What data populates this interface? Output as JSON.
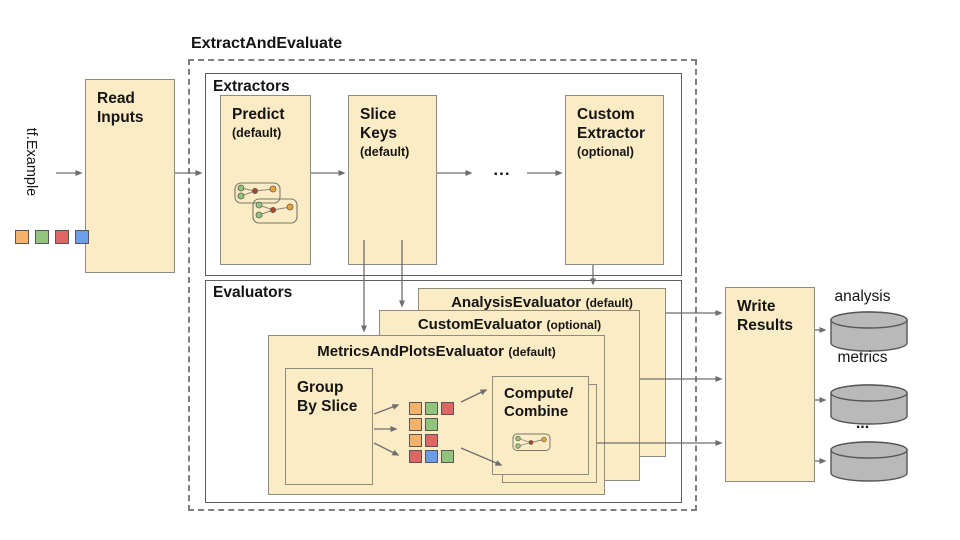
{
  "diagram_title": "ExtractAndEvaluate",
  "input": {
    "label": "tf.Example",
    "squares": [
      "orange",
      "green",
      "red",
      "blue"
    ]
  },
  "read_inputs": {
    "line1": "Read",
    "line2": "Inputs"
  },
  "extractors": {
    "label": "Extractors",
    "predict": {
      "line1": "Predict",
      "subtitle": "(default)"
    },
    "slice_keys": {
      "line1": "Slice",
      "line2": "Keys",
      "subtitle": "(default)"
    },
    "ellipsis": "...",
    "custom_extractor": {
      "line1": "Custom",
      "line2": "Extractor",
      "subtitle": "(optional)"
    }
  },
  "evaluators": {
    "label": "Evaluators",
    "analysis_evaluator": {
      "name": "AnalysisEvaluator",
      "tag": "(default)"
    },
    "custom_evaluator": {
      "name": "CustomEvaluator",
      "tag": "(optional)"
    },
    "metrics_evaluator": {
      "name": "MetricsAndPlotsEvaluator",
      "tag": "(default)"
    },
    "group_by_slice": {
      "line1": "Group",
      "line2": "By Slice"
    },
    "compute_combine": {
      "line1": "Compute/",
      "line2": "Combine"
    },
    "slice_rows": [
      [
        "orange",
        "green",
        "red"
      ],
      [
        "orange",
        "green"
      ],
      [
        "orange",
        "red"
      ],
      [
        "red",
        "blue",
        "green"
      ]
    ]
  },
  "write_results": {
    "line1": "Write",
    "line2": "Results"
  },
  "outputs": {
    "labels": [
      "analysis",
      "metrics",
      "..."
    ]
  },
  "colors": {
    "box_fill": "#FCECC5",
    "box_border": "#8C8C80",
    "container_border": "#5F5F5F",
    "dashed_border": "#7F7F7F",
    "arrow": "#6E6E6E",
    "cylinder_fill": "#B9B9B9",
    "cylinder_border": "#565656",
    "palette": {
      "orange": "#F6B26B",
      "green": "#93C47D",
      "red": "#E06666",
      "blue": "#6D9EEB",
      "icon_red": "#B1432F",
      "icon_yellow": "#ECA33C"
    }
  }
}
